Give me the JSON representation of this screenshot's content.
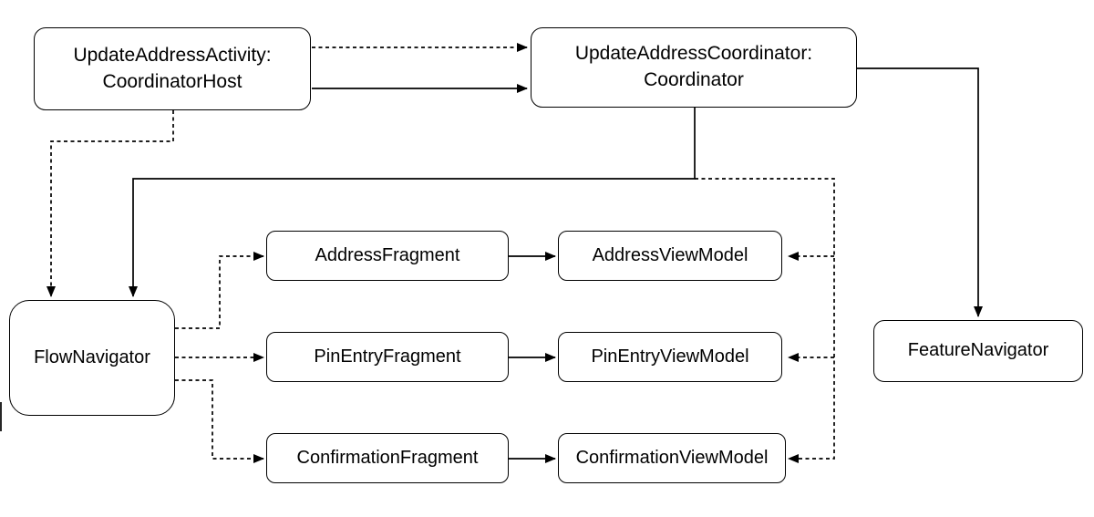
{
  "colors": {
    "background": "#ffffff",
    "node_fill": "#ffffff",
    "stroke": "#000000"
  },
  "diagram": {
    "nodes": {
      "activity": {
        "label": "UpdateAddressActivity:\nCoordinatorHost"
      },
      "coordinator": {
        "label": "UpdateAddressCoordinator:\nCoordinator"
      },
      "flow_navigator": {
        "label": "FlowNavigator"
      },
      "address_fragment": {
        "label": "AddressFragment"
      },
      "address_viewmodel": {
        "label": "AddressViewModel"
      },
      "pinentry_fragment": {
        "label": "PinEntryFragment"
      },
      "pinentry_viewmodel": {
        "label": "PinEntryViewModel"
      },
      "confirmation_fragment": {
        "label": "ConfirmationFragment"
      },
      "confirmation_viewmodel": {
        "label": "ConfirmationViewModel"
      },
      "feature_navigator": {
        "label": "FeatureNavigator"
      }
    },
    "edges": [
      {
        "from": "UpdateAddressActivity",
        "to": "UpdateAddressCoordinator",
        "style": "dashed"
      },
      {
        "from": "UpdateAddressActivity",
        "to": "UpdateAddressCoordinator",
        "style": "solid"
      },
      {
        "from": "UpdateAddressActivity",
        "to": "FlowNavigator",
        "style": "dashed"
      },
      {
        "from": "UpdateAddressCoordinator",
        "to": "FlowNavigator",
        "style": "solid"
      },
      {
        "from": "UpdateAddressCoordinator",
        "to": "FeatureNavigator",
        "style": "solid"
      },
      {
        "from": "UpdateAddressCoordinator",
        "to": "AddressViewModel",
        "style": "dashed"
      },
      {
        "from": "UpdateAddressCoordinator",
        "to": "PinEntryViewModel",
        "style": "dashed"
      },
      {
        "from": "UpdateAddressCoordinator",
        "to": "ConfirmationViewModel",
        "style": "dashed"
      },
      {
        "from": "FlowNavigator",
        "to": "AddressFragment",
        "style": "dashed"
      },
      {
        "from": "FlowNavigator",
        "to": "PinEntryFragment",
        "style": "dashed"
      },
      {
        "from": "FlowNavigator",
        "to": "ConfirmationFragment",
        "style": "dashed"
      },
      {
        "from": "AddressFragment",
        "to": "AddressViewModel",
        "style": "solid"
      },
      {
        "from": "PinEntryFragment",
        "to": "PinEntryViewModel",
        "style": "solid"
      },
      {
        "from": "ConfirmationFragment",
        "to": "ConfirmationViewModel",
        "style": "solid"
      }
    ]
  }
}
